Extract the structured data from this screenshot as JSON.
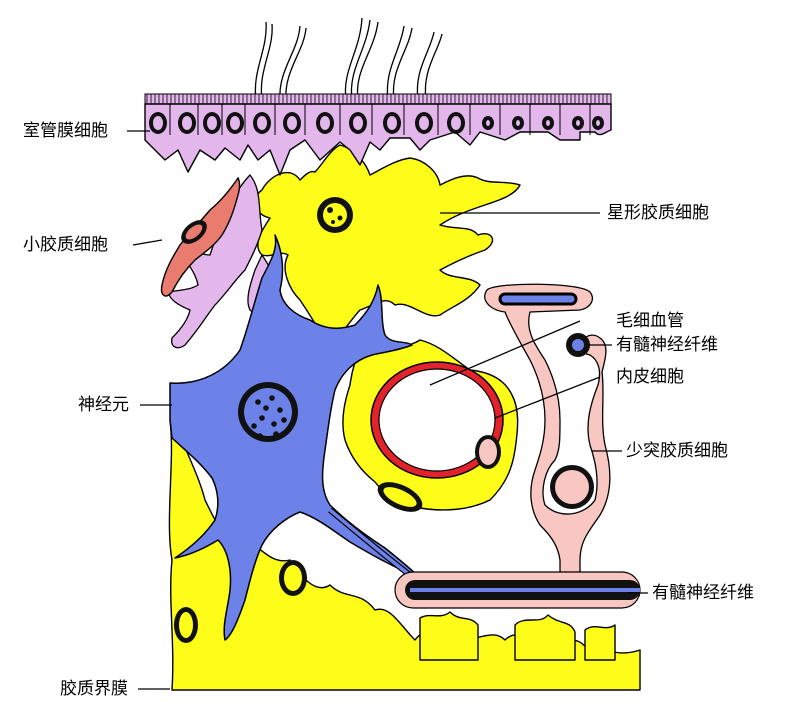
{
  "labels": {
    "ependymal": "室管膜细胞",
    "astrocyte": "星形胶质细胞",
    "microglia": "小胶质细胞",
    "capillary": "毛细血管",
    "myelinated_fiber_1": "有髓神经纤维",
    "endothelial": "内皮细胞",
    "neuron": "神经元",
    "oligodendrocyte": "少突胶质细胞",
    "myelinated_fiber_2": "有髓神经纤维",
    "glia_limitans": "胶质界膜"
  },
  "colors": {
    "ependymal_fill": "#e3b6ec",
    "astrocyte_fill": "#fdfd19",
    "microglia_fill": "#ea7b6f",
    "neuron_fill": "#6c82e8",
    "oligodendrocyte_fill": "#f9c7c1",
    "vessel_red": "#e3232b",
    "myelin_black": "#000000",
    "axon_blue": "#6c82e8",
    "nucleus_black": "#111111"
  }
}
